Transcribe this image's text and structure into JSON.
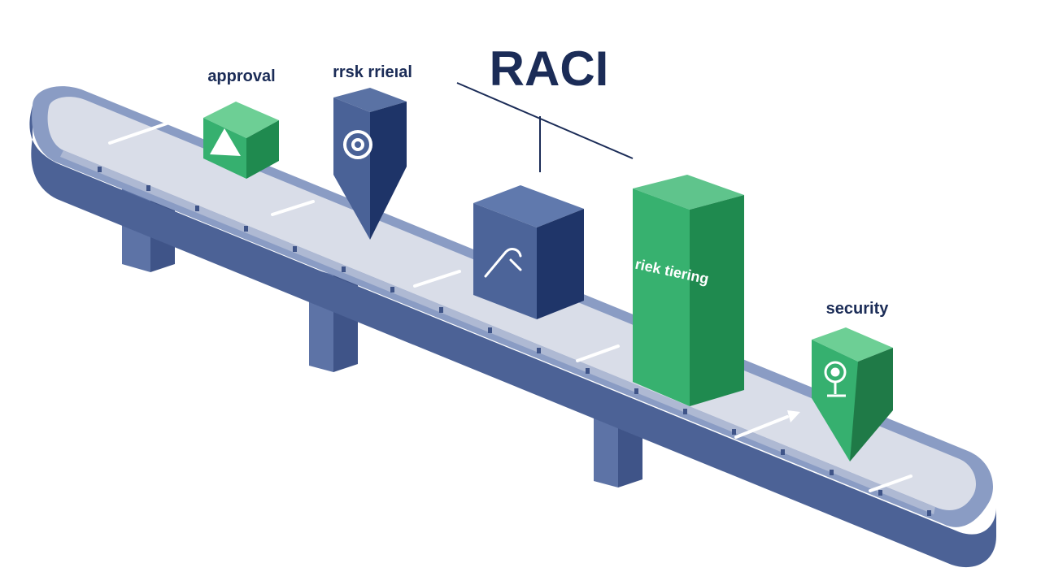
{
  "title": "RACI",
  "labels": {
    "approval": "approval",
    "risk_review": "rrsk rrieıal",
    "risk_tiering": "riek tiering",
    "security": "security"
  },
  "icons": {
    "approval": "triangle-icon",
    "risk_review": "at-sign-icon",
    "handoff": "arrow-up-right-icon",
    "security": "webcam-icon"
  },
  "colors": {
    "navy": "#1b2c57",
    "slate": "#5a72a4",
    "green": "#2fa866",
    "belt": "#d9dde8"
  }
}
